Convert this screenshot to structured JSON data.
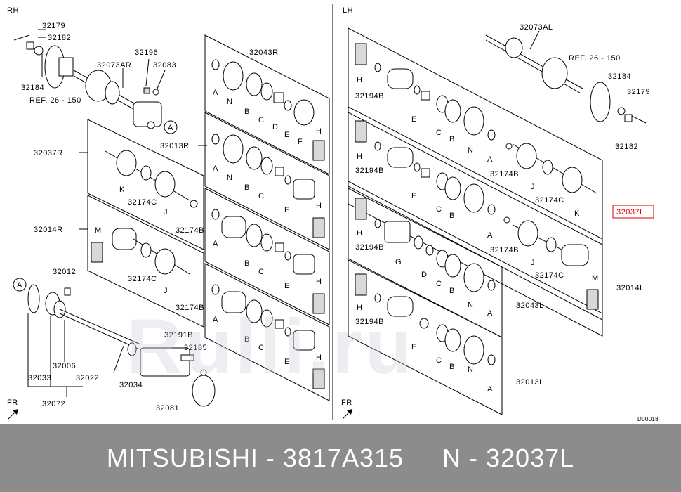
{
  "sides": {
    "rh": "RH",
    "lh": "LH"
  },
  "direction": {
    "rh": "FR",
    "lh": "FR"
  },
  "diagram_code": "D00018",
  "watermark": "Rulli.ru",
  "footer": "MITSUBISHI - 3817A315     N - 32037L",
  "highlight_color": "#e00000",
  "rh_labels": {
    "p32179": "32179",
    "p32182": "32182",
    "p32184": "32184",
    "ref": "REF. 26 - 150",
    "p32196": "32196",
    "p32073ar": "32073AR",
    "p32083": "32083",
    "p32043r": "32043R",
    "p32037r": "32037R",
    "p32013r": "32013R",
    "p32014r": "32014R",
    "p32012": "32012",
    "p32174c_1": "32174C",
    "p32174b_1": "32174B",
    "p32174c_2": "32174C",
    "p32174b_2": "32174B",
    "p32191b": "32191B",
    "p32185": "32185",
    "p32006": "32006",
    "p32033": "32033",
    "p32022": "32022",
    "p32034": "32034",
    "p32072": "32072",
    "p32081": "32081"
  },
  "lh_labels": {
    "p32073al": "32073AL",
    "ref": "REF. 26 - 150",
    "p32184": "32184",
    "p32179": "32179",
    "p32182": "32182",
    "p32037l": "32037L",
    "p32014l": "32014L",
    "p32043l": "32043L",
    "p32013l": "32013L",
    "p32194b_1": "32194B",
    "p32194b_2": "32194B",
    "p32194b_3": "32194B",
    "p32194b_4": "32194B",
    "p32174b_1": "32174B",
    "p32174c_1": "32174C",
    "p32174b_2": "32174B",
    "p32174c_2": "32174C"
  },
  "letters": {
    "A": "A",
    "B": "B",
    "C": "C",
    "D": "D",
    "E": "E",
    "F": "F",
    "G": "G",
    "H": "H",
    "J": "J",
    "K": "K",
    "M": "M",
    "N": "N"
  }
}
